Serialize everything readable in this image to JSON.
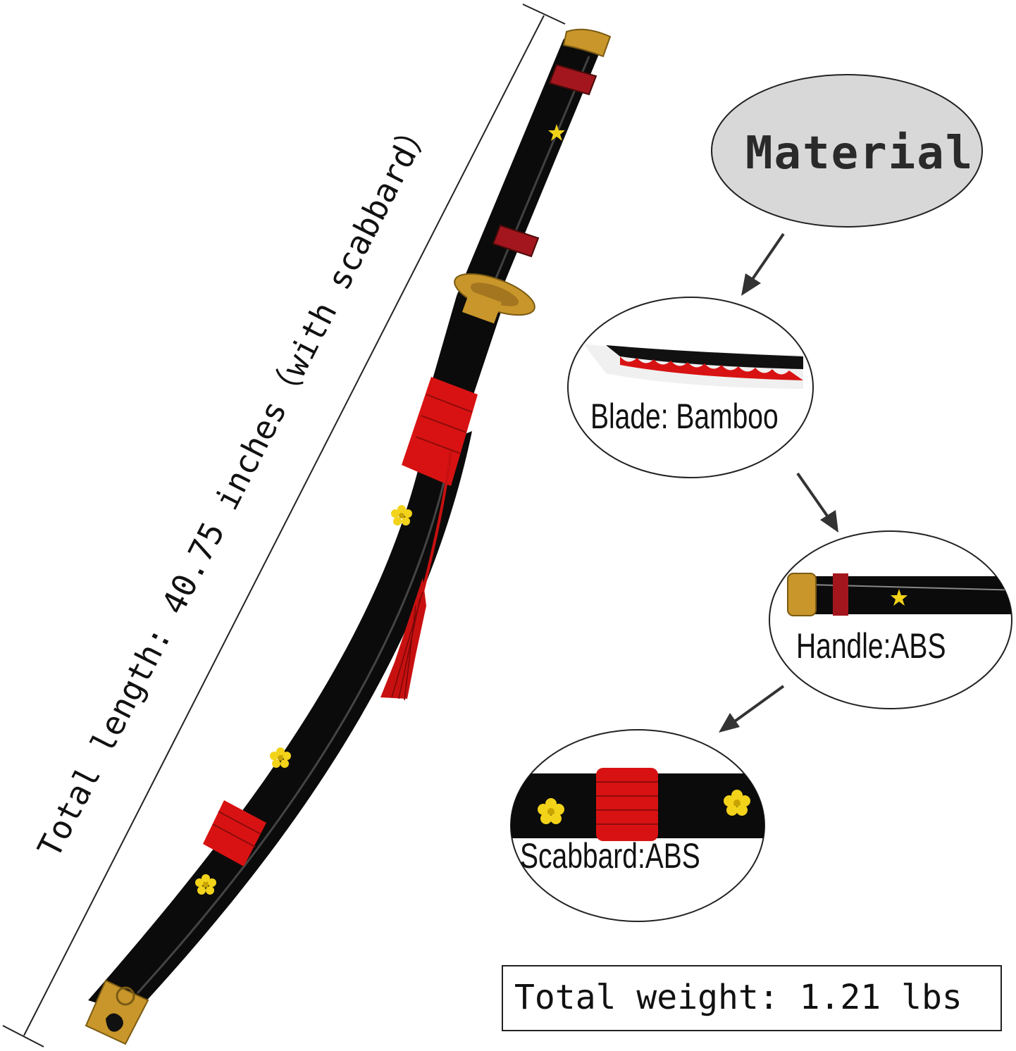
{
  "length_label": "Total length: 40.75 inches（with scabbard）",
  "material": {
    "title": "Material",
    "blade_label": "Blade: Bamboo",
    "handle_label": "Handle:ABS",
    "scabbard_label": "Scabbard:ABS"
  },
  "weight_label": "Total weight: 1.21 lbs",
  "colors": {
    "lacquer": "#0b0b0b",
    "cord": "#d81212",
    "gold": "#c8962a",
    "flower": "#f2d31a",
    "bubble_grey": "#d8d8d8"
  }
}
